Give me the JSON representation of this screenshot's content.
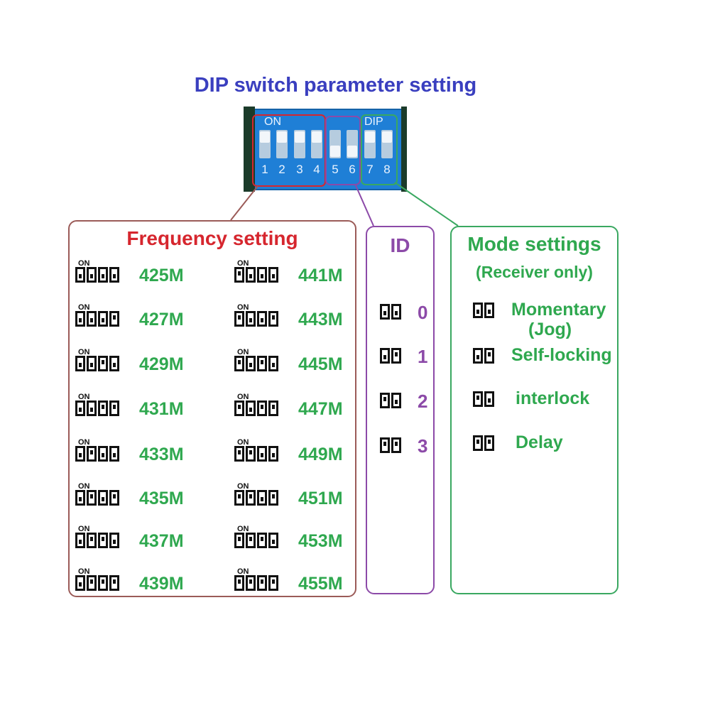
{
  "title": "DIP switch parameter setting",
  "dip_photo": {
    "on_label": "ON",
    "dip_label": "DIP",
    "numbers": [
      "1",
      "2",
      "3",
      "4",
      "5",
      "6",
      "7",
      "8"
    ]
  },
  "frequency": {
    "title": "Frequency setting",
    "on_label": "ON",
    "entries": [
      {
        "value": "425M",
        "switches": [
          0,
          0,
          0,
          0
        ]
      },
      {
        "value": "427M",
        "switches": [
          0,
          0,
          0,
          1
        ]
      },
      {
        "value": "429M",
        "switches": [
          0,
          0,
          1,
          0
        ]
      },
      {
        "value": "431M",
        "switches": [
          0,
          0,
          1,
          1
        ]
      },
      {
        "value": "433M",
        "switches": [
          0,
          1,
          0,
          0
        ]
      },
      {
        "value": "435M",
        "switches": [
          0,
          1,
          0,
          1
        ]
      },
      {
        "value": "437M",
        "switches": [
          0,
          1,
          1,
          0
        ]
      },
      {
        "value": "439M",
        "switches": [
          0,
          1,
          1,
          1
        ]
      },
      {
        "value": "441M",
        "switches": [
          1,
          0,
          0,
          0
        ]
      },
      {
        "value": "443M",
        "switches": [
          1,
          0,
          0,
          1
        ]
      },
      {
        "value": "445M",
        "switches": [
          1,
          0,
          1,
          0
        ]
      },
      {
        "value": "447M",
        "switches": [
          1,
          0,
          1,
          1
        ]
      },
      {
        "value": "449M",
        "switches": [
          1,
          1,
          0,
          0
        ]
      },
      {
        "value": "451M",
        "switches": [
          1,
          1,
          0,
          1
        ]
      },
      {
        "value": "453M",
        "switches": [
          1,
          1,
          1,
          0
        ]
      },
      {
        "value": "455M",
        "switches": [
          1,
          1,
          1,
          1
        ]
      }
    ]
  },
  "id": {
    "title": "ID",
    "entries": [
      {
        "value": "0",
        "switches": [
          0,
          0
        ]
      },
      {
        "value": "1",
        "switches": [
          0,
          1
        ]
      },
      {
        "value": "2",
        "switches": [
          1,
          0
        ]
      },
      {
        "value": "3",
        "switches": [
          1,
          1
        ]
      }
    ]
  },
  "mode": {
    "title": "Mode settings",
    "subtitle": "(Receiver only)",
    "entries": [
      {
        "value": "Momentary\n(Jog)",
        "switches": [
          0,
          0
        ]
      },
      {
        "value": "Self-locking",
        "switches": [
          0,
          1
        ]
      },
      {
        "value": "interlock",
        "switches": [
          1,
          0
        ]
      },
      {
        "value": "Delay",
        "switches": [
          1,
          1
        ]
      }
    ]
  },
  "colors": {
    "title": "#3a3fbf",
    "frequency": "#d6262e",
    "id": "#8c4aa8",
    "mode": "#2fa84f"
  }
}
